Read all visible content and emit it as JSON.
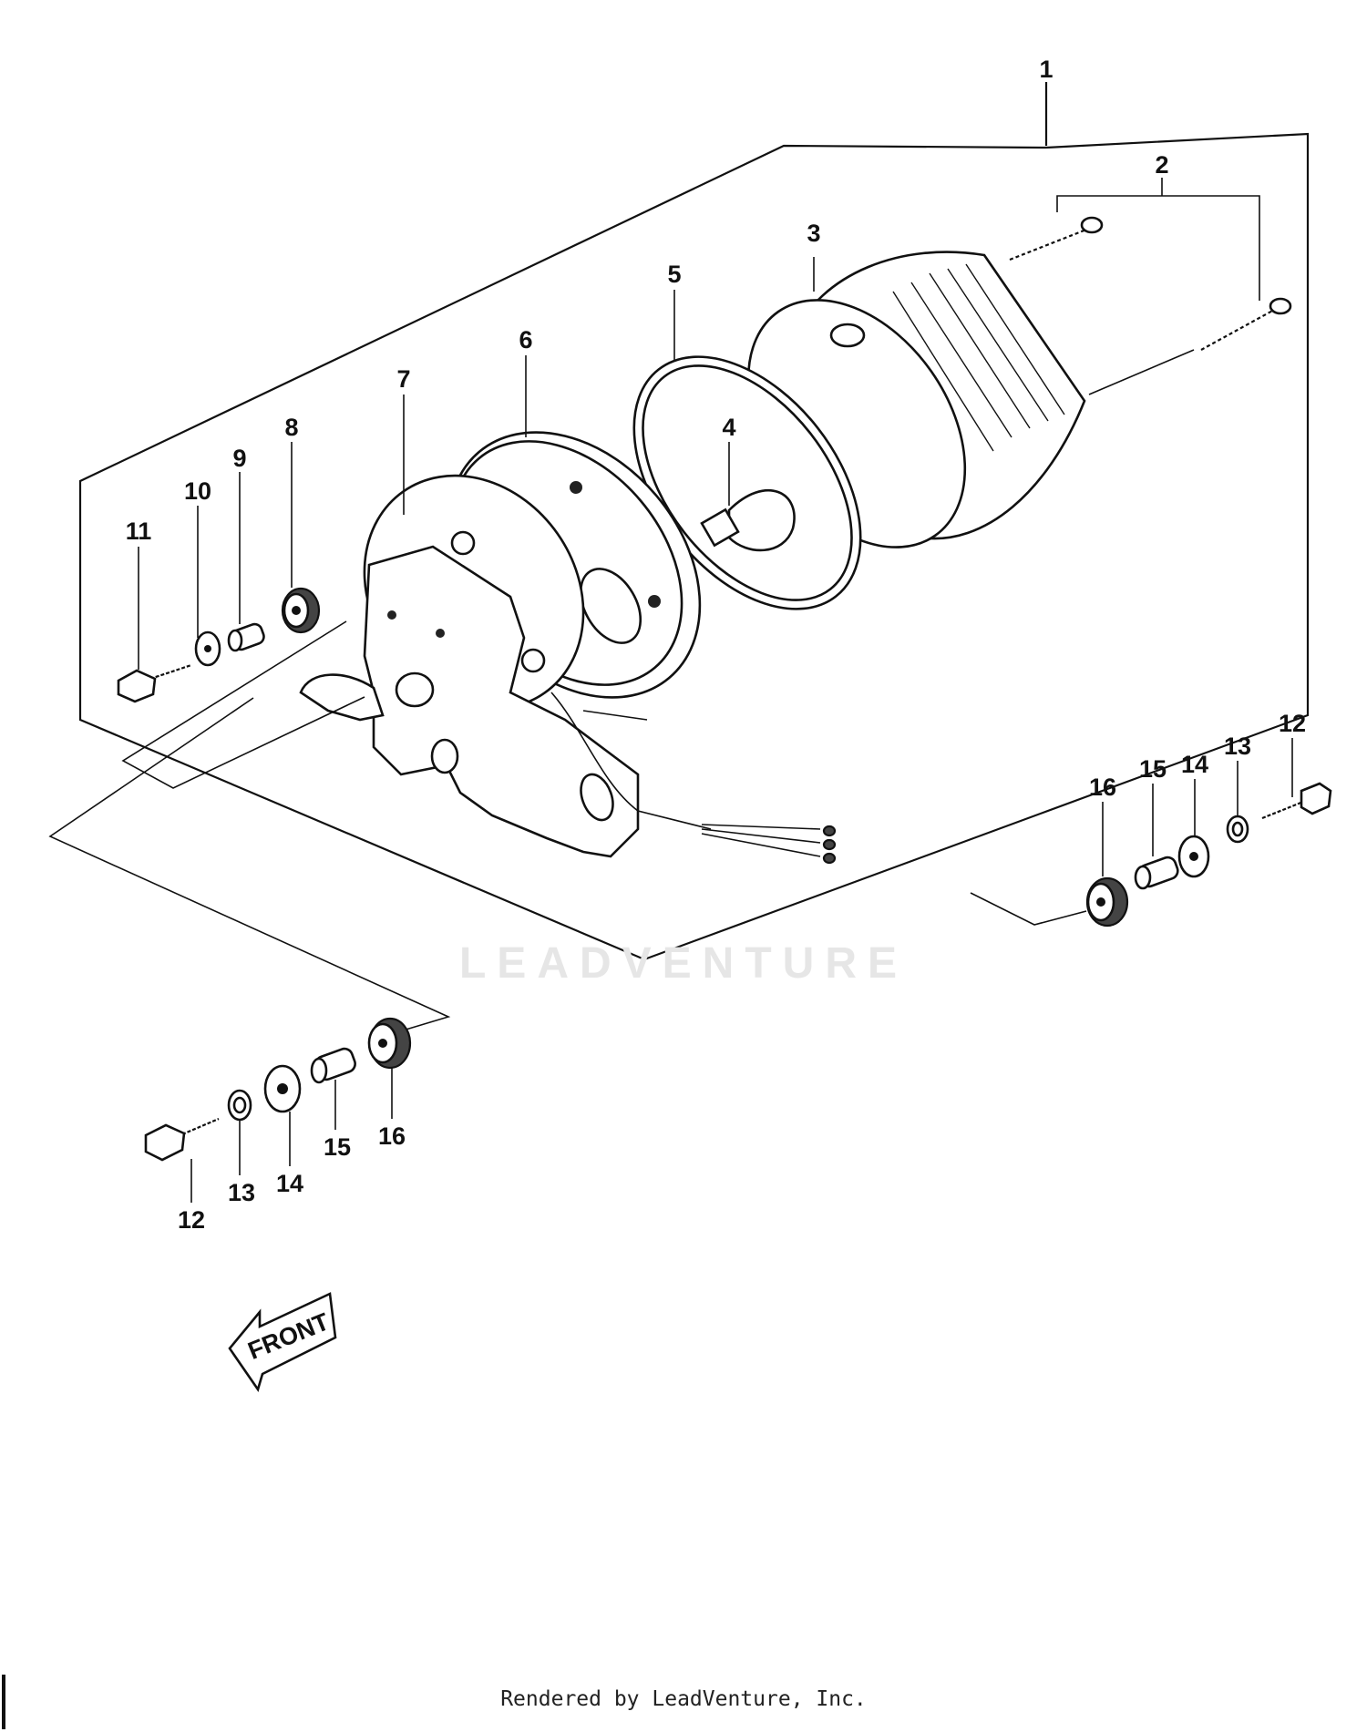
{
  "callouts": {
    "c1": "1",
    "c2": "2",
    "c3": "3",
    "c4": "4",
    "c5": "5",
    "c6": "6",
    "c7": "7",
    "c8": "8",
    "c9": "9",
    "c10": "10",
    "c11": "11",
    "r12": "12",
    "r13": "13",
    "r14": "14",
    "r15": "15",
    "r16": "16",
    "l12": "12",
    "l13": "13",
    "l14": "14",
    "l15": "15",
    "l16": "16"
  },
  "front_arrow_label": "FRONT",
  "watermark": "LEADVENTURE",
  "footer_text": "Rendered by LeadVenture, Inc."
}
